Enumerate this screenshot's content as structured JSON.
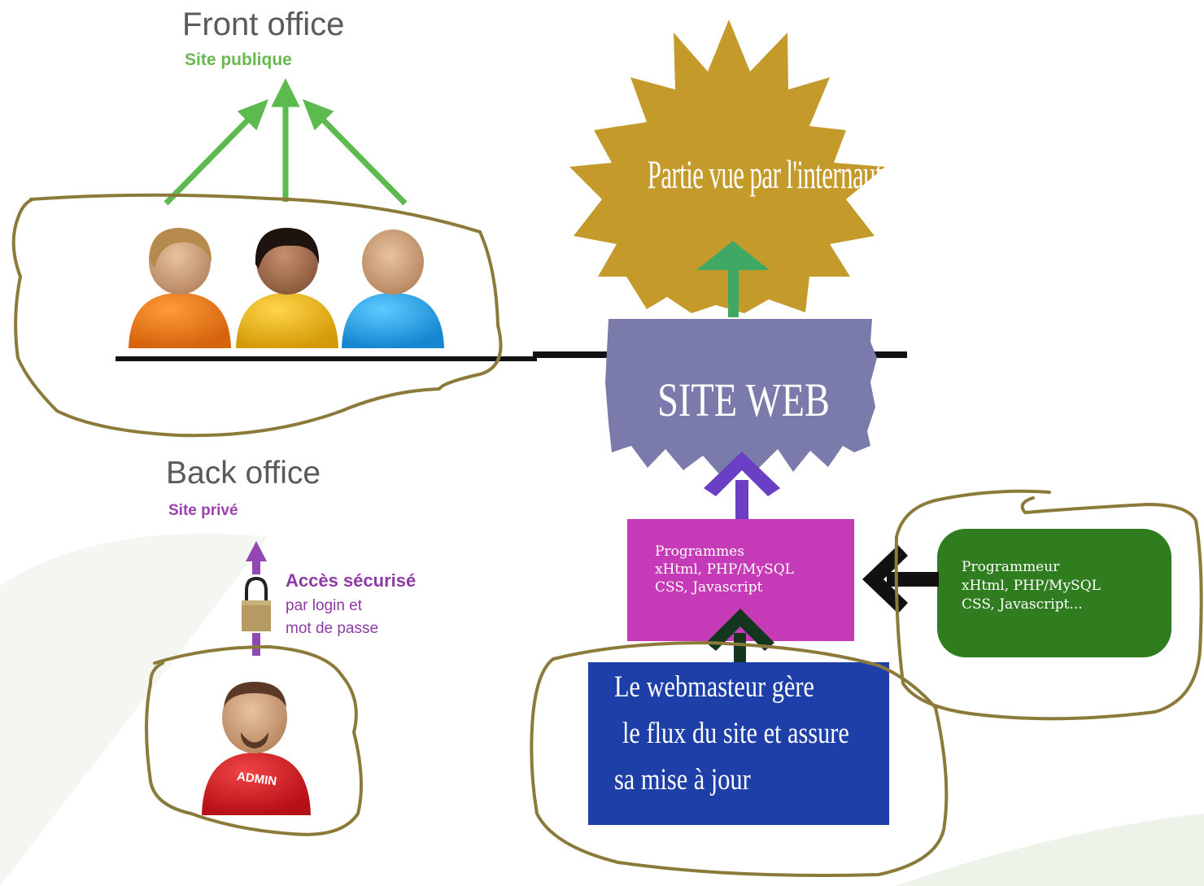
{
  "front_office": {
    "title": "Front office",
    "subtitle": "Site publique"
  },
  "back_office": {
    "title": "Back office",
    "subtitle": "Site privé"
  },
  "access": {
    "title": "Accès sécurisé",
    "line1": "par login et",
    "line2": "mot de passe"
  },
  "admin": {
    "badge": "ADMIN"
  },
  "starburst": {
    "text": "Partie vue par l'internaute"
  },
  "site_web": {
    "label": "SITE WEB"
  },
  "programs_box": {
    "line1": "Programmes",
    "line2": "xHtml, PHP/MySQL",
    "line3": "CSS, Javascript"
  },
  "programmer_box": {
    "line1": "Programmeur",
    "line2": "xHtml, PHP/MySQL",
    "line3": "CSS, Javascript..."
  },
  "webmaster_box": {
    "line1": "Le webmasteur gère",
    "line2": "le flux du site et assure",
    "line3": "sa mise à jour"
  },
  "colors": {
    "green_arrow": "#5cba4e",
    "purple_arrow": "#9248b3",
    "star": "#c49a2a",
    "site_web_box": "#7b7bab",
    "programs_box": "#c53ab7",
    "programmer_box": "#2f7d1f",
    "webmaster_box": "#1f3fa8",
    "outline_scribble": "#8c7a3a"
  }
}
